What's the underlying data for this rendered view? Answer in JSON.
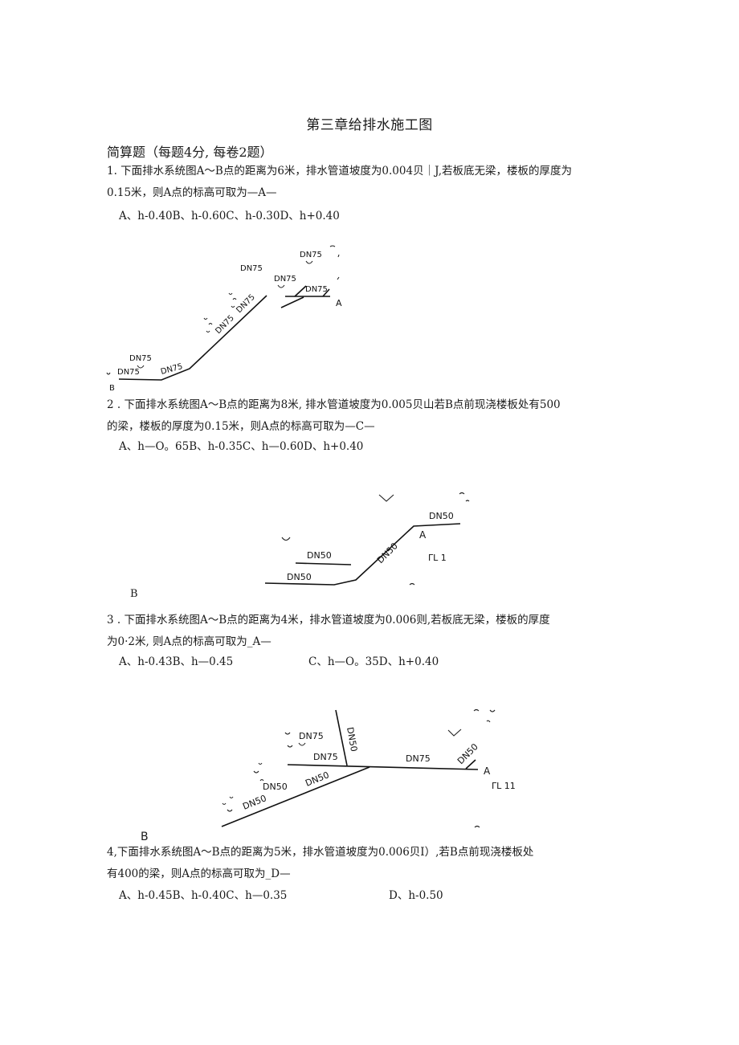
{
  "document": {
    "title": "第三章给排水施工图",
    "section_heading": "简算题（每题4分, 每卷2题）"
  },
  "questions": [
    {
      "number": "1.",
      "line1": "1. 下面排水系统图A～B点的距离为6米，排水管道坡度为0.004贝｜J,若板底无梁，楼板的厚度为",
      "line2": "0.15米，则A点的标高可取为—A—",
      "options": "A、h-0.40B、h-0.60C、h-0.30D、h+0.40",
      "answer": "A",
      "diagram": {
        "labels": [
          "DN75",
          "DN75",
          "DN75",
          "DN75",
          "DN75",
          "DN75",
          "DN75",
          "DN75",
          "DN75"
        ],
        "point_a": "A",
        "point_b": "B"
      }
    },
    {
      "number": "2",
      "line1": "2   . 下面排水系统图A～B点的距离为8米, 排水管道坡度为0.005贝山若B点前现浇楼板处有500",
      "line2": "的梁，楼板的厚度为0.15米，则A点的标高可取为—C—",
      "options": "A、h—O。65B、h-0.35C、h—0.60D、h+0.40",
      "answer": "C",
      "diagram": {
        "labels": [
          "DN50",
          "DN50",
          "DN50",
          "DN50"
        ],
        "point_a": "A",
        "floor_label": "ΓL 1",
        "point_b": "B"
      }
    },
    {
      "number": "3",
      "line1": "3   . 下面排水系统图A～B点的距离为4米，排水管道坡度为0.006则,若板底无梁，楼板的厚度",
      "line2": "为0·2米, 则A点的标高可取为_A—",
      "options_left": "A、h-0.43B、h—0.45",
      "options_right": "C、h—O。35D、h+0.40",
      "answer": "A",
      "diagram": {
        "labels": [
          "DN75",
          "DN50",
          "DN75",
          "DN75",
          "DN50",
          "DN50",
          "DN50",
          "DN50"
        ],
        "point_a": "A",
        "floor_label": "ΓL 11",
        "point_b": "B"
      }
    },
    {
      "number": "4",
      "line1": "4,下面排水系统图A～B点的距离为5米，排水管道坡度为0.006贝I）,若B点前现浇楼板处",
      "line2": "有400的梁，则A点的标高可取为_D—",
      "options_left": "A、h-0.45B、h-0.40C、h—0.35",
      "options_right": "D、h-0.50",
      "answer": "D"
    }
  ]
}
